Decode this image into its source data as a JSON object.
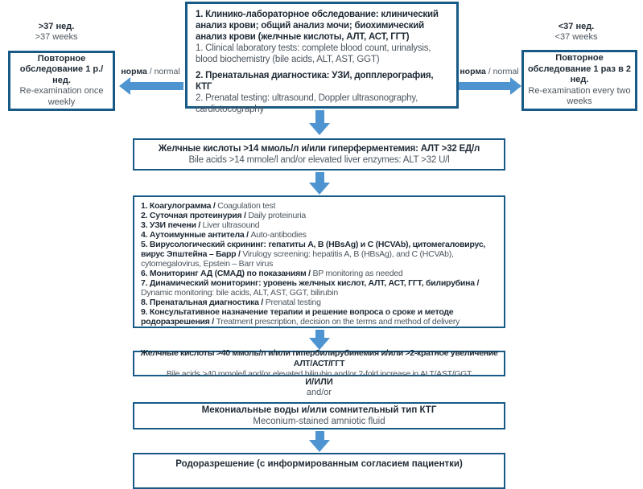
{
  "palette": {
    "box_border": "#175a86",
    "arrow_fill": "#4e94d0",
    "text_bold": "#1f2a35",
    "text_regular": "#4c565f"
  },
  "initial_exam": {
    "item1_ru": "1. Клинико-лабораторное обследование: клинический анализ крови; общий анализ мочи; биохимический анализ крови (желчные кислоты, АЛТ, АСТ, ГГТ)",
    "item1_en": "1. Clinical laboratory tests: complete blood count, urinalysis, blood biochemistry (bile acids, ALT, AST, GGT)",
    "item2_ru": "2. Пренатальная диагностика: УЗИ, допплерография, КТГ",
    "item2_en": "2. Prenatal testing: ultrasound, Doppler ultrasonography, cardiotocography"
  },
  "left_branch": {
    "condition_ru": ">37 нед.",
    "condition_en": ">37 weeks",
    "norma_ru": "норма",
    "norma_en": "/ normal",
    "box_ru": "Повторное обследование 1 р./нед.",
    "box_en": "Re-examination once weekly"
  },
  "right_branch": {
    "condition_ru": "<37 нед.",
    "condition_en": "<37 weeks",
    "norma_ru": "норма",
    "norma_en": "/ normal",
    "box_ru": "Повторное обследование 1 раз в 2 нед.",
    "box_en": "Re-examination every two weeks"
  },
  "bile_acids_14": {
    "ru": "Желчные кислоты >14 ммоль/л  и/или  гиперферментемия: АЛТ >32 ЕД/л",
    "en": "Bile acids >14 mmole/l and/or elevated liver enzymes: ALT >32 U/l"
  },
  "management": {
    "items": [
      {
        "ru": "1. Коагулограмма /",
        "en": "Coagulation test"
      },
      {
        "ru": "2. Суточная протеинурия /",
        "en": "Daily proteinuria"
      },
      {
        "ru": "3. УЗИ печени /",
        "en": "Liver ultrasound"
      },
      {
        "ru": "4. Аутоимунные антитела /",
        "en": "Auto-antibodies"
      },
      {
        "ru": "5. Вирусологический скрининг: гепатиты А, В (HBsAg) и С (HCVAb), цитомегаловирус, вирус Эпштейна – Барр /",
        "en": "Virulogy screening: hepatitis A, B (HBsAg), and C (HCVAb), cytomegalovirus, Epstein – Barr  virus"
      },
      {
        "ru": "6. Мониторинг АД (СМАД) по показаниям /",
        "en": "BP monitoring as needed"
      },
      {
        "ru": "7. Динамический мониторинг:  уровень желчных кислот, АЛТ, АСТ, ГГТ, билирубина /",
        "en": "Dynamic monitoring: bile acids, ALT, AST, GGT, bilirubin"
      },
      {
        "ru": "8. Пренатальная диагностика /",
        "en": "Prenatal testing"
      },
      {
        "ru": "9. Консультативное назначение терапии и решение вопроса о сроке и методе родоразрешения /",
        "en": "Treatment prescription, decision on the terms and method of delivery"
      }
    ]
  },
  "bile_acids_40": {
    "ru": "Желчные кислоты >40 ммоль/л и/или гипербилирубинемия и/или >2-кратное увеличение АЛТ/АСТ/ГГТ",
    "en": "Bile acids >40 mmole/l and/or elevated bilirubin and/or 2-fold increase in ALT/AST/GGT"
  },
  "and_or": {
    "ru": "И/ИЛИ",
    "en": "and/or"
  },
  "meconium": {
    "ru": "Мекониальные воды и/или сомнительный тип КТГ",
    "en": "Meconium-stained amniotic fluid"
  },
  "delivery": {
    "ru": "Родоразрешение (с информированным согласием пациентки)"
  }
}
